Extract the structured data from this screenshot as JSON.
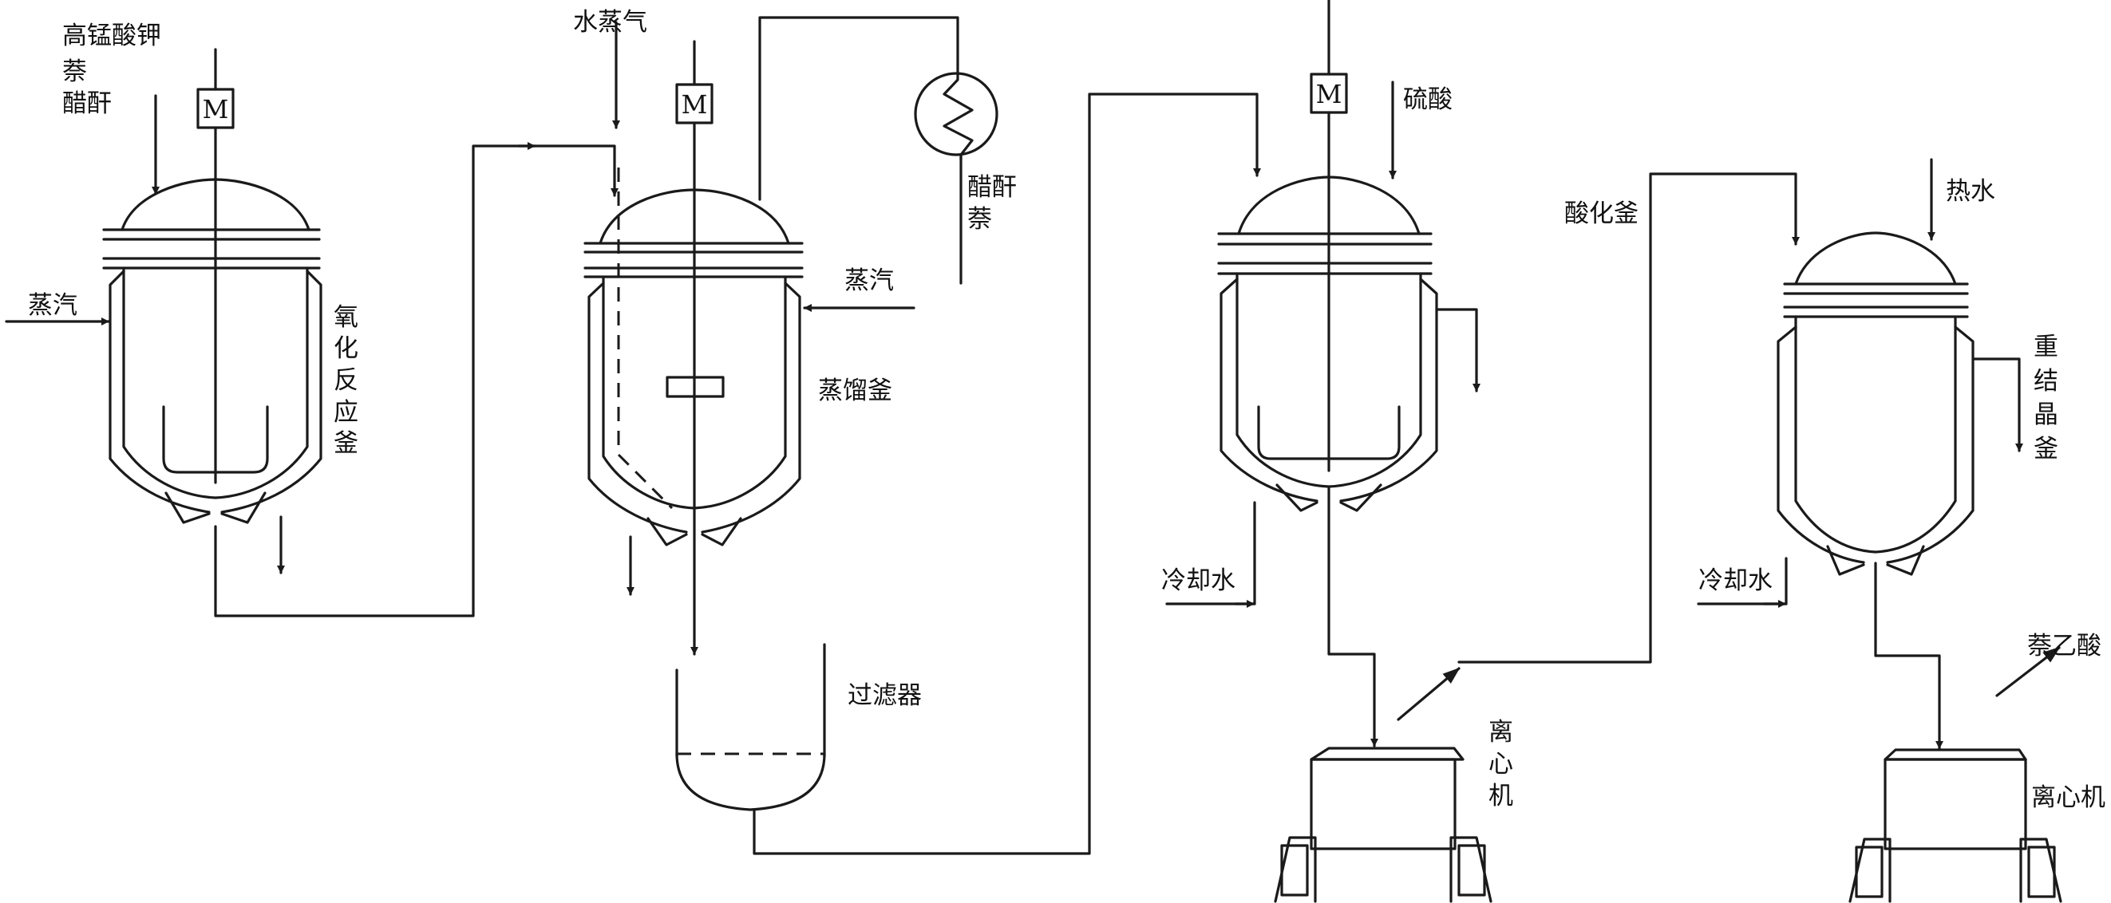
{
  "colors": {
    "line": "#1a1a1a",
    "background": "#ffffff"
  },
  "motor_label": "M",
  "reactor1": {
    "feed_1": "高锰酸钾",
    "feed_2": "萘",
    "feed_3": "醋酐",
    "steam": "蒸汽",
    "name_1": "氧",
    "name_2": "化",
    "name_3": "反",
    "name_4": "应",
    "name_5": "釜"
  },
  "still": {
    "water_vapor": "水蒸气",
    "steam": "蒸汽",
    "name": "蒸馏釜",
    "condensate_1": "醋酐",
    "condensate_2": "萘"
  },
  "filter": {
    "name": "过滤器"
  },
  "acidifier": {
    "acid": "硫酸",
    "cooling_water": "冷却水",
    "name": "酸化釜"
  },
  "centrifuge1": {
    "name_1": "离",
    "name_2": "心",
    "name_3": "机"
  },
  "recrystallizer": {
    "hot_water": "热水",
    "cooling_water": "冷却水",
    "name_1": "重",
    "name_2": "结",
    "name_3": "晶",
    "name_4": "釜"
  },
  "centrifuge2": {
    "name": "离心机"
  },
  "product": {
    "name": "萘乙酸"
  }
}
